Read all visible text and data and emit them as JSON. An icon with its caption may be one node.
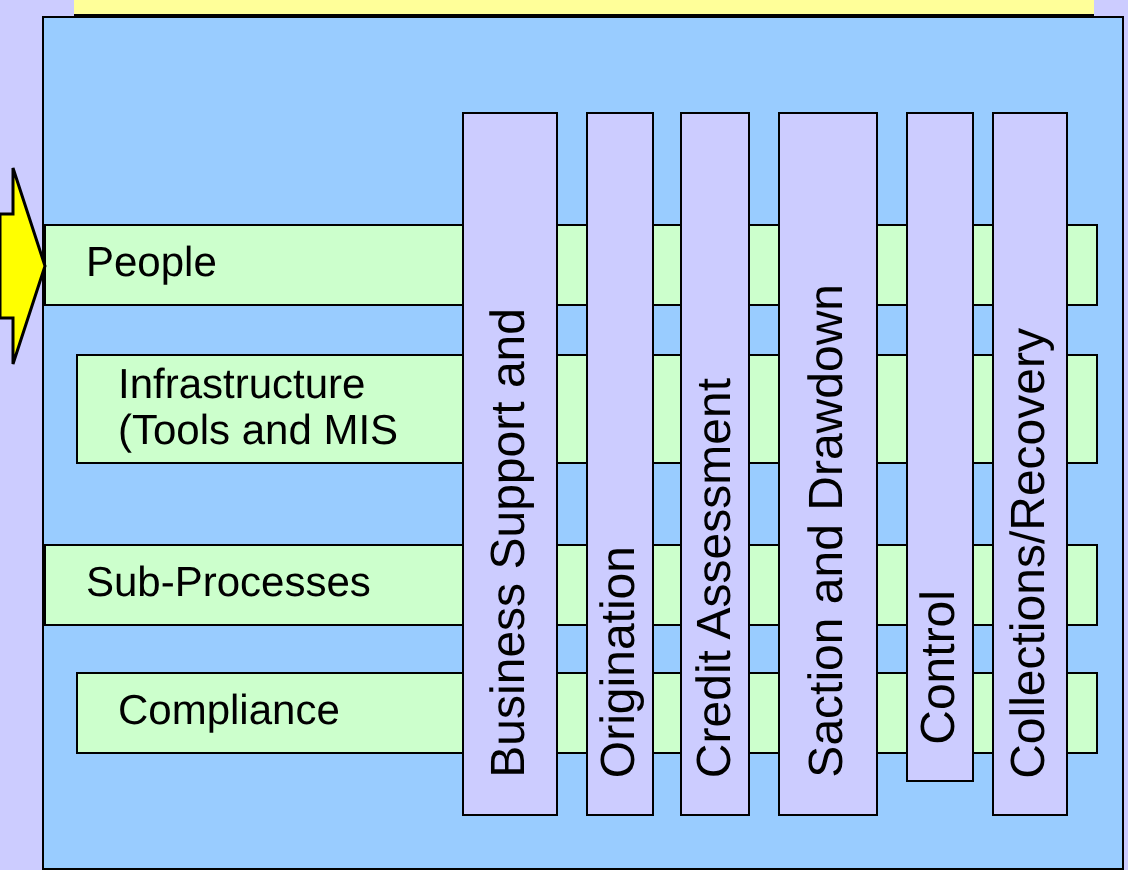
{
  "diagram": {
    "nodes": [
      {
        "text": [],
        "shape": "box"
      },
      {
        "text": [
          "People"
        ],
        "in": 0
      },
      {
        "text": [
          "Infrastructure (Tools and MIS"
        ],
        "in": 0
      },
      {
        "text": [
          "Sub-Processes"
        ],
        "in": 0
      },
      {
        "text": [
          "Compliance"
        ],
        "in": 0
      },
      {
        "text": [
          "Business Support and"
        ],
        "in": 0
      },
      {
        "text": [
          "Origination"
        ],
        "in": 0
      },
      {
        "text": [
          "Credit Assessment"
        ],
        "in": 0
      },
      {
        "text": [
          "Saction and Drawdown"
        ],
        "in": 0
      },
      {
        "text": [
          "Control"
        ],
        "in": 0
      },
      {
        "text": [
          "Collections/Recovery"
        ],
        "in": 0
      }
    ],
    "edges": [
      {
        "from": null,
        "to": 1,
        "arrow": "to"
      }
    ]
  }
}
